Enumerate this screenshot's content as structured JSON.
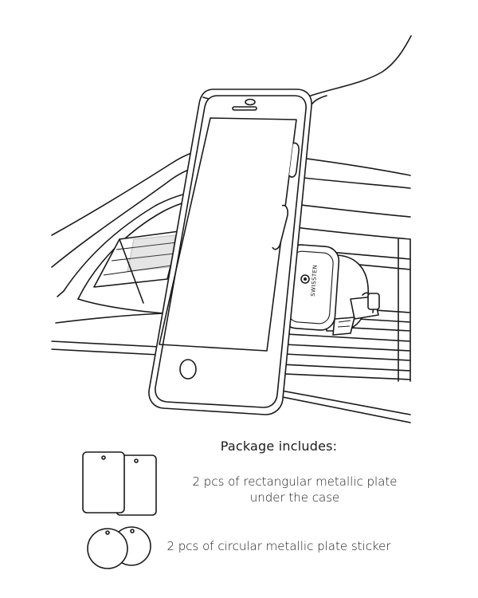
{
  "package": {
    "title": "Package includes:",
    "items": [
      {
        "icon": "rectangular-plates-icon",
        "line1": "2 pcs of rectangular metallic plate",
        "line2": "under the case"
      },
      {
        "icon": "circular-plates-icon",
        "line1": "2 pcs of circular metallic plate sticker"
      }
    ]
  },
  "illustration": {
    "icon": "phone-on-vent-mount-illustration",
    "mount_brand": "SWISSTEN"
  }
}
